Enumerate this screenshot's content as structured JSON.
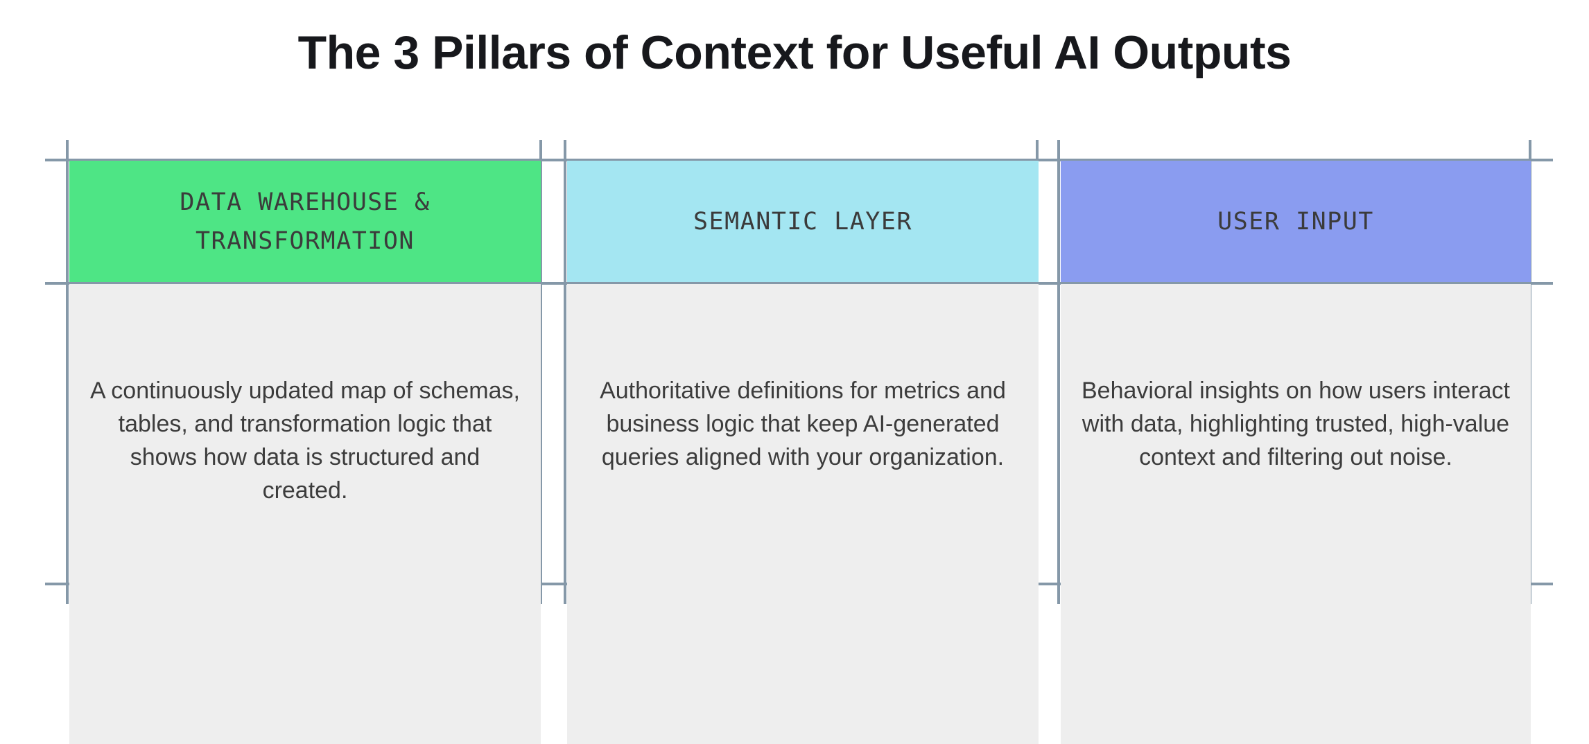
{
  "page": {
    "title": "The 3 Pillars of Context for Useful AI Outputs",
    "background_color": "#ffffff",
    "title_color": "#17181c",
    "guide_line_color": "#8598a8",
    "body_cell_color": "#eeeeee",
    "text_color": "#3c3c3c"
  },
  "pillars": [
    {
      "header": "DATA WAREHOUSE & TRANSFORMATION",
      "header_color": "#4ee585",
      "body": "A continuously updated map of schemas, tables, and transformation logic that shows how data is structured and created."
    },
    {
      "header": "SEMANTIC LAYER",
      "header_color": "#a4e6f2",
      "body": "Authoritative definitions for metrics and business logic that keep AI-generated queries aligned with your organization."
    },
    {
      "header": "USER INPUT",
      "header_color": "#8a9cf0",
      "body": "Behavioral insights on how users interact with data, highlighting trusted, high-value context and filtering out noise."
    }
  ]
}
